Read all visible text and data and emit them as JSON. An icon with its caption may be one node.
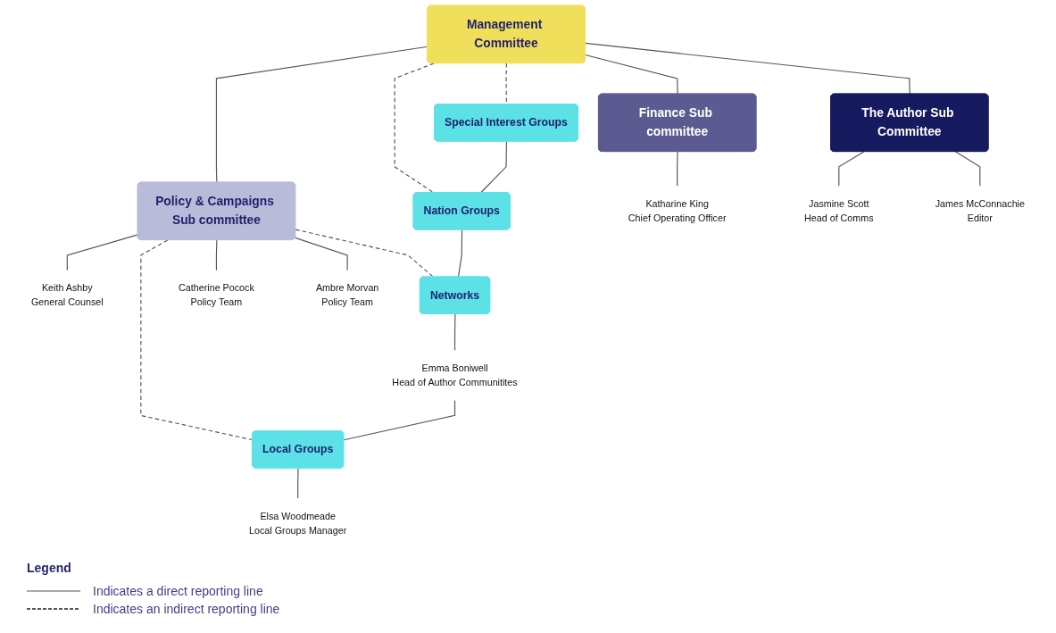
{
  "diagram": {
    "nodes": [
      {
        "text": [
          "Management Committee"
        ]
      },
      {
        "text": [
          "Special Interest Groups"
        ]
      },
      {
        "text": [
          "Finance Sub committee"
        ]
      },
      {
        "text": [
          "The Author Sub Committee"
        ]
      },
      {
        "text": [
          "Policy & Campaigns Sub committee"
        ]
      },
      {
        "text": [
          "Nation Groups"
        ]
      },
      {
        "text": [
          "Katharine King",
          "Chief Operating Officer"
        ]
      },
      {
        "text": [
          "Jasmine Scott",
          "Head of Comms"
        ]
      },
      {
        "text": [
          "Keith Ashby",
          "General Counsel"
        ]
      },
      {
        "text": [
          "Networks"
        ]
      },
      {
        "text": [
          "James McConnachie",
          "Editor"
        ]
      },
      {
        "text": [
          "Catherine Pocock",
          "Policy Team"
        ]
      },
      {
        "text": [
          "Emma Boniwell",
          "Head of Author Communitites"
        ]
      },
      {
        "text": [
          "Ambre Morvan",
          "Policy Team"
        ]
      },
      {
        "text": [
          "Local Groups"
        ]
      },
      {
        "text": [
          "Elsa Woodmeade",
          "Local Groups Manager"
        ]
      }
    ],
    "edges": [
      {
        "from": 0,
        "to": 2,
        "arrow": "none"
      },
      {
        "from": 0,
        "to": 3,
        "arrow": "none"
      },
      {
        "from": 0,
        "to": 4,
        "arrow": "none"
      },
      {
        "from": 0,
        "to": 1,
        "arrow": "none",
        "style": "dashed"
      },
      {
        "from": 0,
        "to": 5,
        "arrow": "none",
        "style": "dashed"
      },
      {
        "from": 2,
        "to": 6,
        "arrow": "none"
      },
      {
        "from": 3,
        "to": 7,
        "arrow": "none"
      },
      {
        "from": 3,
        "to": 10,
        "arrow": "none"
      },
      {
        "from": 4,
        "to": 8,
        "arrow": "none"
      },
      {
        "from": 4,
        "to": 11,
        "arrow": "none"
      },
      {
        "from": 4,
        "to": 13,
        "arrow": "none"
      },
      {
        "from": 4,
        "to": 9,
        "arrow": "none",
        "style": "dashed"
      },
      {
        "from": 4,
        "to": 14,
        "arrow": "none",
        "style": "dashed"
      },
      {
        "from": 1,
        "to": 5,
        "arrow": "none"
      },
      {
        "from": 5,
        "to": 9,
        "arrow": "none"
      },
      {
        "from": 9,
        "to": 12,
        "arrow": "none"
      },
      {
        "from": 12,
        "to": 14,
        "arrow": "none"
      },
      {
        "from": 14,
        "to": 15,
        "arrow": "none"
      }
    ],
    "labels": [
      "Legend"
    ],
    "legend": [
      {
        "text": "Indicates a direct reporting line"
      },
      {
        "text": "Indicates an indirect reporting line"
      }
    ]
  }
}
